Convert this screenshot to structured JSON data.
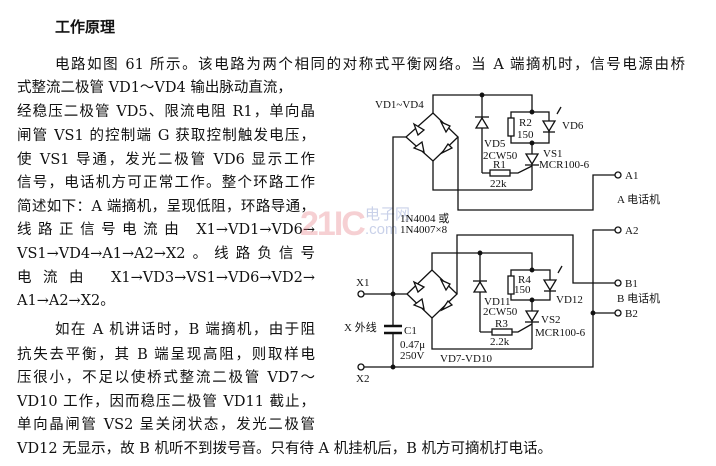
{
  "title": "工作原理",
  "paragraph1": {
    "lines": [
      "电路如图 61 所示。该电路为两个相同的对称式平衡网络。当 A 端摘机时，信号电源由桥",
      "式整流二极管 VD1～VD4 输出脉动直流，",
      "经稳压二极管 VD5、限流电阻 R1，单向晶",
      "闸管 VS1 的控制端 G 获取控制触发电压，",
      "使 VS1 导通，发光二极管 VD6 显示工作",
      "信号，电话机方可正常工作。整个环路工作",
      "简述如下：A 端摘机，呈现低阻，环路导通，",
      "线路正信号电流由 X1→VD1→VD6→",
      "VS1→VD4→A1→A2→X2。线路负信号",
      "电流由 X1→VD3→VS1→VD6→VD2→",
      "A1→A2→X2。"
    ]
  },
  "paragraph2": {
    "lines": [
      "如在 A 机讲话时，B 端摘机，由于阻",
      "抗失去平衡，其 B 端呈现高阻，则取样电",
      "压很小，不足以使桥式整流二极管 VD7～",
      "VD10 工作，因而稳压二极管 VD11 截止，",
      "单向晶闸管 VS2 呈关闭状态，发光二极管",
      "VD12 无显示，故 B 机听不到拨号音。只有待 A 机挂机后，B 机方可摘机打电话。"
    ]
  },
  "circuit": {
    "bridge_top": "VD1~VD4",
    "r2": "R2",
    "r2_val": "150",
    "vd6": "VD6",
    "vd5": "VD5",
    "vd5_type": "2CW50",
    "vs1": "VS1",
    "scr1": "MCR100-6",
    "r1": "R1",
    "r1_val": "22k",
    "a1": "A1",
    "a_phone": "A 电话机",
    "a2": "A2",
    "diode_note1": "1N4004 或",
    "diode_note2": "1N4007×8",
    "x1": "X1",
    "x_line": "X 外线",
    "x2": "X2",
    "c1": "C1",
    "c1_val": "0.47μ",
    "c1_volt": "250V",
    "r4": "R4",
    "r4_val": "150",
    "vd11": "VD11",
    "vd11_type": "2CW50",
    "vd12": "VD12",
    "vs2": "VS2",
    "scr2": "MCR100-6",
    "r3": "R3",
    "r3_val": "2.2k",
    "bridge_bottom": "VD7-VD10",
    "b1": "B1",
    "b_phone": "B 电话机",
    "b2": "B2"
  },
  "watermark": {
    "logo": "21IC",
    "sub1": "电子网",
    "sub2": ".com"
  }
}
